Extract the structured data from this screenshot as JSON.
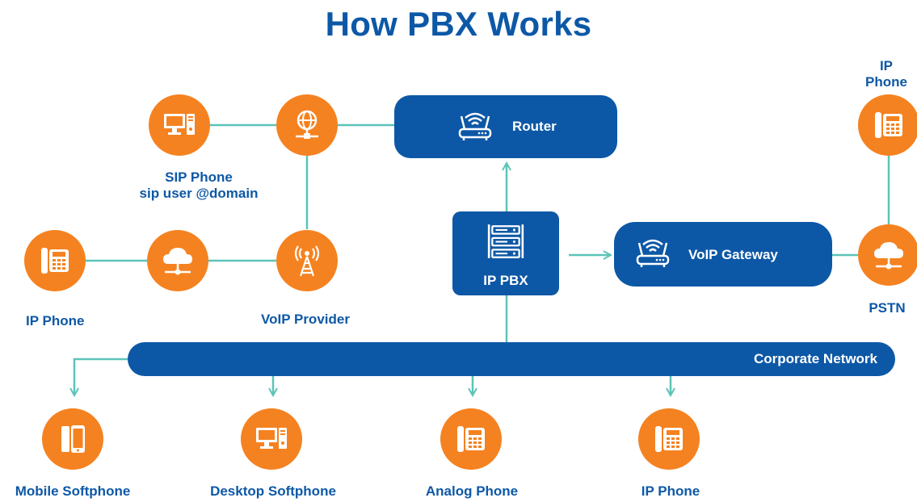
{
  "title": "How PBX Works",
  "nodes": {
    "sip_phone": {
      "label_line1": "SIP Phone",
      "label_line2": "sip user @domain",
      "icon": "desktop-computer-icon"
    },
    "internet": {
      "icon": "globe-network-icon"
    },
    "router": {
      "label": "Router",
      "icon": "wifi-router-icon"
    },
    "ip_phone_top": {
      "label_line1": "IP",
      "label_line2": "Phone",
      "icon": "desk-phone-icon"
    },
    "ip_phone_left": {
      "label": "IP Phone",
      "icon": "desk-phone-icon"
    },
    "cloud_left": {
      "icon": "cloud-icon"
    },
    "voip_provider": {
      "label": "VoIP Provider",
      "icon": "antenna-tower-icon"
    },
    "ip_pbx": {
      "label": "IP PBX",
      "icon": "server-rack-icon"
    },
    "voip_gateway": {
      "label": "VoIP Gateway",
      "icon": "wifi-router-icon"
    },
    "pstn": {
      "label": "PSTN",
      "icon": "cloud-icon"
    },
    "corporate_network": {
      "label": "Corporate Network"
    },
    "mobile_softphone": {
      "label": "Mobile Softphone",
      "icon": "mobile-phone-icon"
    },
    "desktop_softphone": {
      "label": "Desktop Softphone",
      "icon": "desktop-computer-icon"
    },
    "analog_phone": {
      "label": "Analog Phone",
      "icon": "desk-phone-icon"
    },
    "ip_phone_bottom": {
      "label": "IP Phone",
      "icon": "desk-phone-icon"
    }
  },
  "colors": {
    "primary_blue": "#0d58a6",
    "accent_orange": "#f58220",
    "connector_teal": "#5cc4b8",
    "text_white": "#ffffff"
  }
}
